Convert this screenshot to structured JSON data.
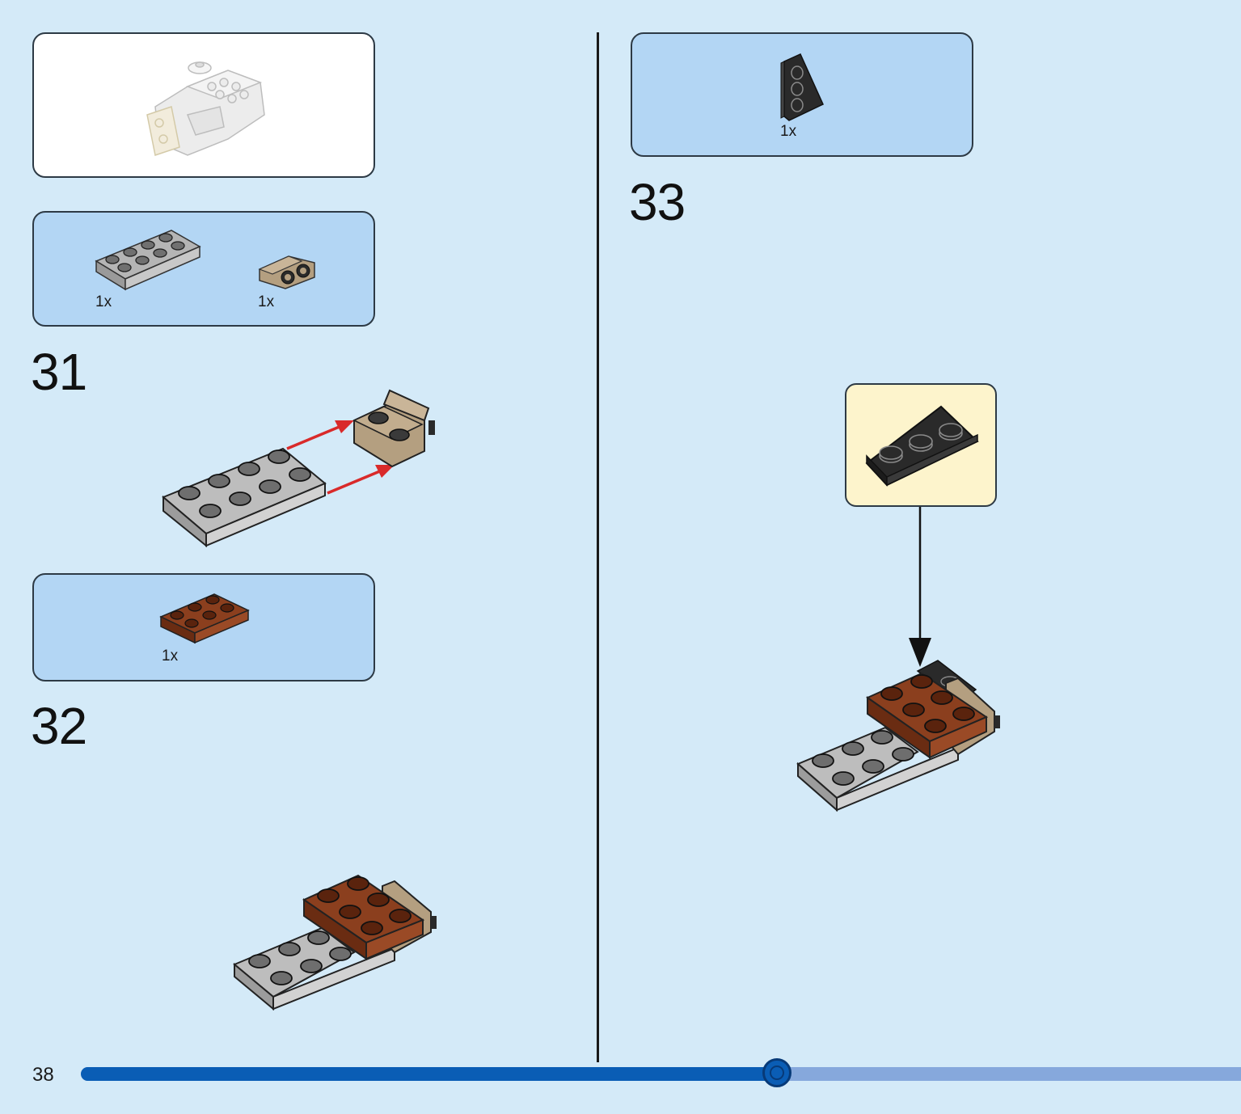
{
  "page": {
    "number": "38"
  },
  "progress": {
    "fraction": 0.6,
    "track_color": "#86a8dc",
    "fill_color": "#0a5db5"
  },
  "steps": [
    {
      "number": "31",
      "parts": [
        {
          "qty": "1x",
          "piece": "light-grey-plate-2x4"
        },
        {
          "qty": "1x",
          "piece": "tan-bracket-1x2"
        }
      ]
    },
    {
      "number": "32",
      "parts": [
        {
          "qty": "1x",
          "piece": "reddish-brown-plate-2x3"
        }
      ]
    },
    {
      "number": "33",
      "parts": [
        {
          "qty": "1x",
          "piece": "black-wedge-plate-3x2"
        }
      ]
    }
  ],
  "colors": {
    "background": "#d4eaf8",
    "parts_box": "#b3d6f4",
    "callout_box": "#fdf4cc",
    "grey_brick": "#a9a9a9",
    "tan_brick": "#b49f80",
    "brown_brick": "#7b3519",
    "black_brick": "#2a2a2a",
    "arrow_red": "#d92a2a"
  }
}
